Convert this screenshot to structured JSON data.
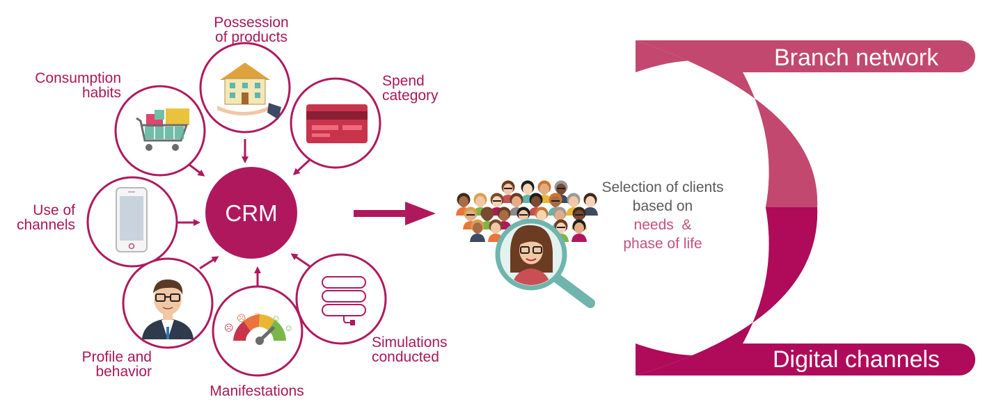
{
  "center": {
    "label": "CRM"
  },
  "sources": [
    {
      "id": "possession",
      "label": "Possession\nof products",
      "icon": "house-in-hand-icon"
    },
    {
      "id": "spend",
      "label": "Spend\ncategory",
      "icon": "credit-card-icon"
    },
    {
      "id": "consumption",
      "label": "Consumption\nhabits",
      "icon": "shopping-cart-icon"
    },
    {
      "id": "channels",
      "label": "Use of\nchannels",
      "icon": "smartphone-icon"
    },
    {
      "id": "profile",
      "label": "Profile and\nbehavior",
      "icon": "businessman-icon"
    },
    {
      "id": "manifestations",
      "label": "Manifestations",
      "icon": "satisfaction-gauge-icon"
    },
    {
      "id": "simulations",
      "label": "Simulations\nconducted",
      "icon": "database-icon"
    }
  ],
  "selection": {
    "line1": "Selection of clients",
    "line2": "based on",
    "line3": "needs  &",
    "line4": "phase of life"
  },
  "channels": {
    "top": "Branch network",
    "bottom": "Digital channels"
  },
  "colors": {
    "primary": "#b0185e",
    "band_top": "#c2486f",
    "label": "#a8175a",
    "text_gray": "#5a5a5a",
    "text_pink": "#c2527c",
    "lens": "#6fb5ad"
  }
}
